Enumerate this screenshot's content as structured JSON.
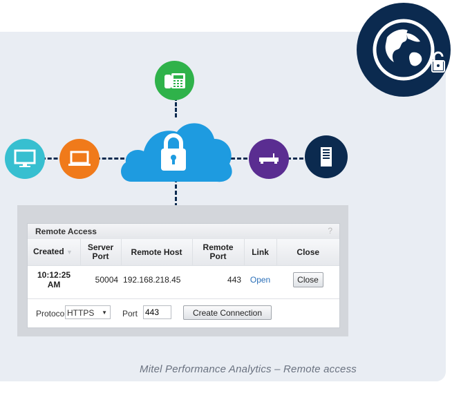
{
  "window": {
    "title": "Remote Access",
    "help_label": "?"
  },
  "table": {
    "headers": [
      "Created",
      "Server Port",
      "Remote Host",
      "Remote Port",
      "Link",
      "Close"
    ],
    "rows": [
      {
        "created": "10:12:25 AM",
        "server_port": "50004",
        "remote_host": "192.168.218.45",
        "remote_port": "443",
        "link": "Open",
        "close": "Close"
      }
    ]
  },
  "form": {
    "protocol_label": "Protocol:",
    "protocol_value": "HTTPS",
    "port_label": "Port",
    "port_value": "443",
    "create_button": "Create Connection"
  },
  "caption": "Mitel Performance Analytics – Remote access",
  "icons": {
    "top_node": "desk-phone-icon",
    "left_nodes": [
      "monitor-icon",
      "laptop-icon"
    ],
    "center": "cloud-lock-icon",
    "right_nodes": [
      "router-icon",
      "server-icon"
    ],
    "badge": "globe-unlock-icon"
  },
  "colors": {
    "navy": "#0b2a4f",
    "cloud_blue": "#1e9be0",
    "phone_green": "#2fb24a",
    "monitor_teal": "#37bfd0",
    "laptop_orange": "#f07a1a",
    "router_purple": "#5a2d91",
    "link_blue": "#2a6fb8"
  }
}
